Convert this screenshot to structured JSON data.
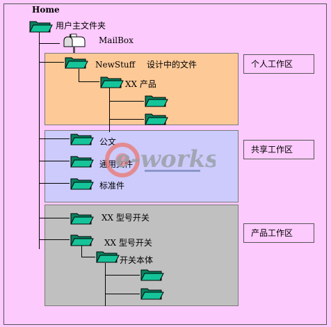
{
  "diagram": {
    "root_label": "Home",
    "root_folder_label": "用户主文件夹",
    "mailbox_label": "MailBox",
    "zones": {
      "personal": "个人工作区",
      "shared": "共享工作区",
      "product": "产品工作区"
    },
    "personal_items": {
      "newstuff": "NewStuff",
      "note": "设计中的文件",
      "xx_product": "XX 产品"
    },
    "shared_items": [
      "公文",
      "通用文件",
      "标准件"
    ],
    "product_items": {
      "switch_a": "XX 型号开关",
      "switch_b": "XX 型号开关",
      "switch_body": "开关本体"
    },
    "watermark": "e-works"
  },
  "colors": {
    "background": "#fccafc",
    "personal_zone": "#fdc997",
    "shared_zone": "#cccbfc",
    "product_zone": "#c0c0c0",
    "folder_fill": "#16c49a"
  }
}
